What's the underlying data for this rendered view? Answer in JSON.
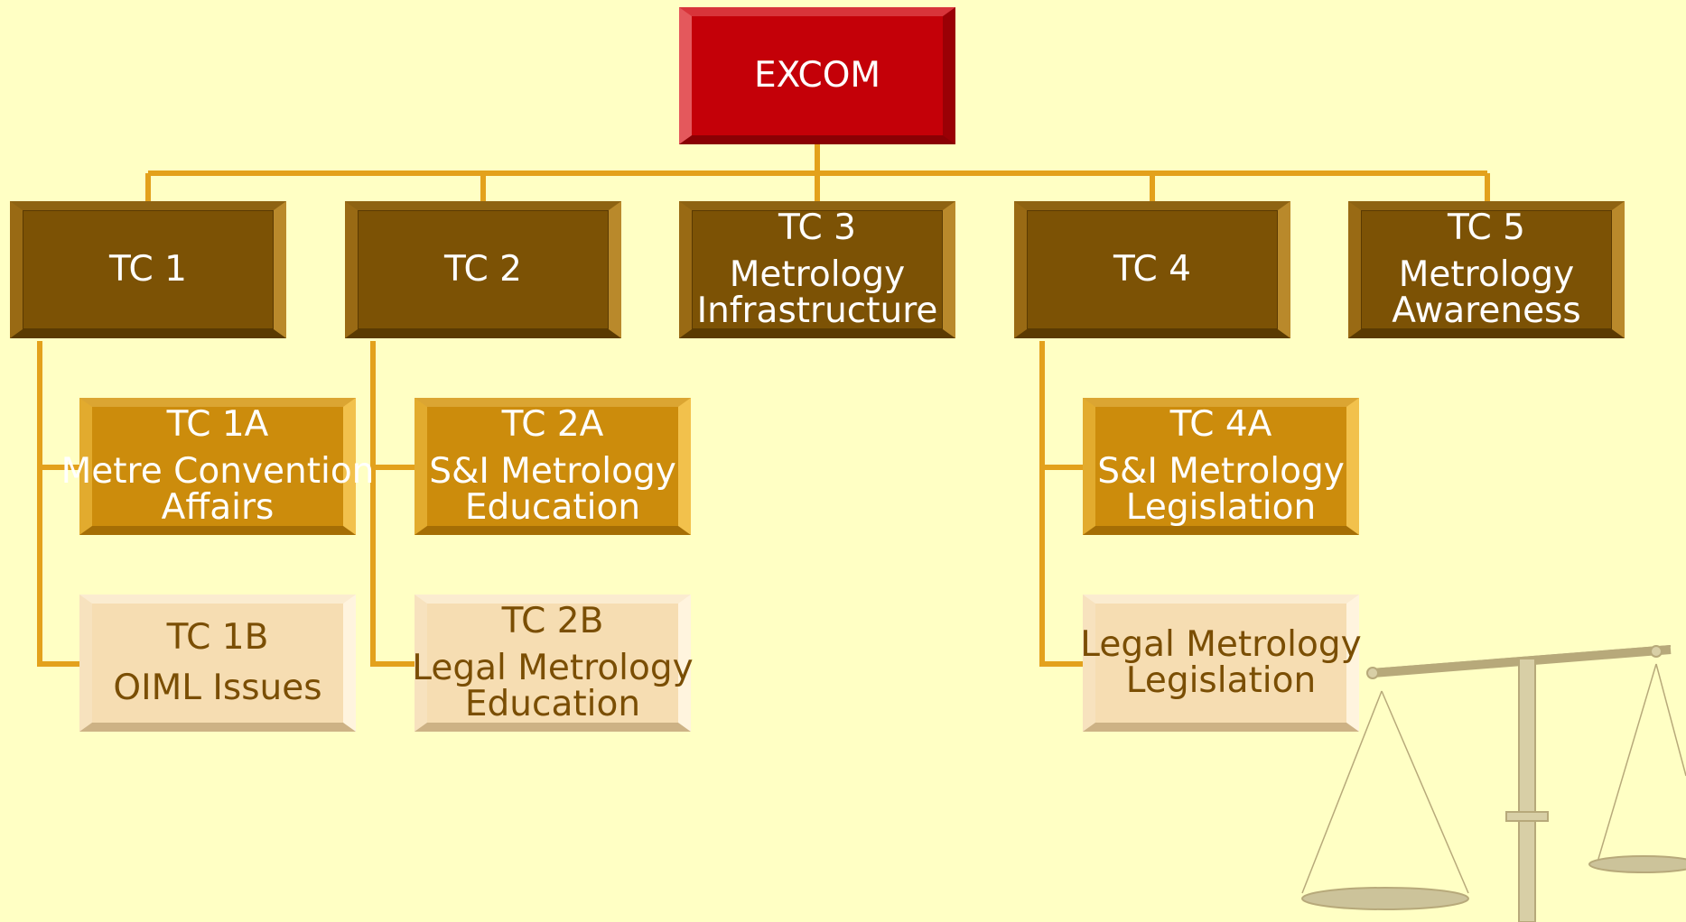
{
  "root": {
    "label": "EXCOM"
  },
  "committees": [
    {
      "id": "tc1",
      "lines": [
        "TC 1"
      ]
    },
    {
      "id": "tc2",
      "lines": [
        "TC 2"
      ]
    },
    {
      "id": "tc3",
      "lines": [
        "TC 3",
        "Metrology",
        "Infrastructure"
      ]
    },
    {
      "id": "tc4",
      "lines": [
        "TC 4"
      ]
    },
    {
      "id": "tc5",
      "lines": [
        "TC 5",
        "Metrology",
        "Awareness"
      ]
    }
  ],
  "subcommittees": {
    "tc1a": [
      "TC 1A",
      "Metre Convention",
      "Affairs"
    ],
    "tc1b": [
      "TC 1B",
      "OIML Issues"
    ],
    "tc2a": [
      "TC 2A",
      "S&I Metrology",
      "Education"
    ],
    "tc2b": [
      "TC 2B",
      "Legal Metrology",
      "Education"
    ],
    "tc4a": [
      "TC 4A",
      "S&I Metrology",
      "Legislation"
    ],
    "tc4b": [
      "Legal Metrology",
      "Legislation"
    ]
  },
  "colors": {
    "background": "#ffffc4",
    "excom": "#c40008",
    "committee": "#7c5205",
    "subcommittee": "#cc8c0c",
    "subcommittee_light": "#f6ddb2",
    "connector": "#e3a11c"
  },
  "decoration": {
    "image": "balance-scale-watermark"
  }
}
